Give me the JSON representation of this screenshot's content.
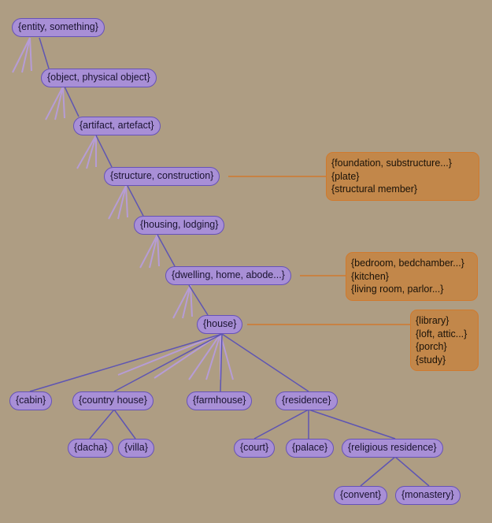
{
  "colors": {
    "background": "#ae9d83",
    "node_fill": "#a88fd6",
    "node_border": "#6652b8",
    "hyponym_edge": "#5e55b3",
    "hypernym_marks": "#b69cd6",
    "part_fill": "#c2874a",
    "part_border": "#d07a2e",
    "part_edge": "#d07a2e"
  },
  "nodes": {
    "entity": "{entity, something}",
    "object": "{object, physical object}",
    "artifact": "{artifact, artefact}",
    "structure": "{structure, construction}",
    "housing": "{housing, lodging}",
    "dwelling": "{dwelling, home, abode...}",
    "house": "{house}",
    "cabin": "{cabin}",
    "country_house": "{country house}",
    "farmhouse": "{farmhouse}",
    "residence": "{residence}",
    "dacha": "{dacha}",
    "villa": "{villa}",
    "court": "{court}",
    "palace": "{palace}",
    "religious_residence": "{religious residence}",
    "convent": "{convent}",
    "monastery": "{monastery}"
  },
  "parts": {
    "structure": [
      "{foundation, substructure...}",
      "{plate}",
      "{structural member}"
    ],
    "dwelling": [
      "{bedroom, bedchamber...}",
      "{kitchen}",
      "{living room, parlor...}"
    ],
    "house": [
      "{library}",
      "{loft, attic...}",
      "{porch}",
      "{study}"
    ]
  }
}
